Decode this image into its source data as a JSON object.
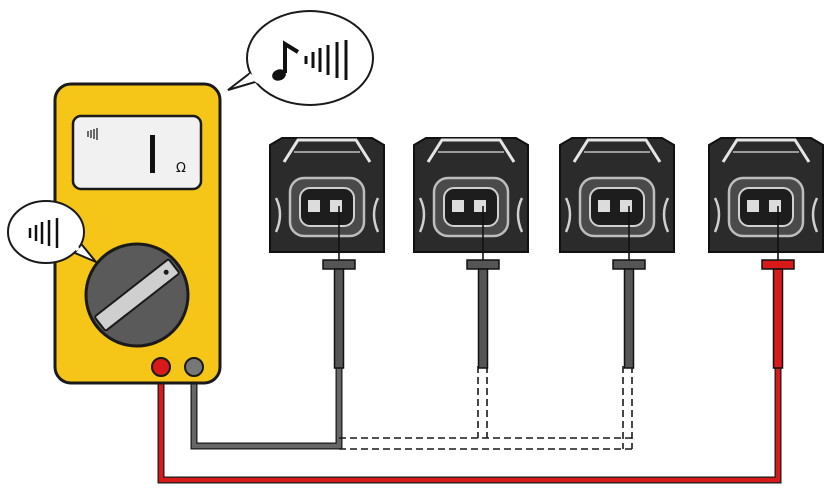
{
  "meter": {
    "display_reading": "1",
    "display_unit": "Ω",
    "body_color": "#f5c518",
    "dial_color": "#5a5a5a",
    "icons": [
      "continuity-beep-icon",
      "music-note-icon",
      "sound-waves-icon"
    ]
  },
  "connectors": [
    {
      "name": "connector-1",
      "probe": "black"
    },
    {
      "name": "connector-2",
      "probe": "black"
    },
    {
      "name": "connector-3",
      "probe": "black"
    },
    {
      "name": "connector-4",
      "probe": "red"
    }
  ],
  "wires": {
    "red_color": "#d91a1a",
    "black_color": "#555555"
  }
}
